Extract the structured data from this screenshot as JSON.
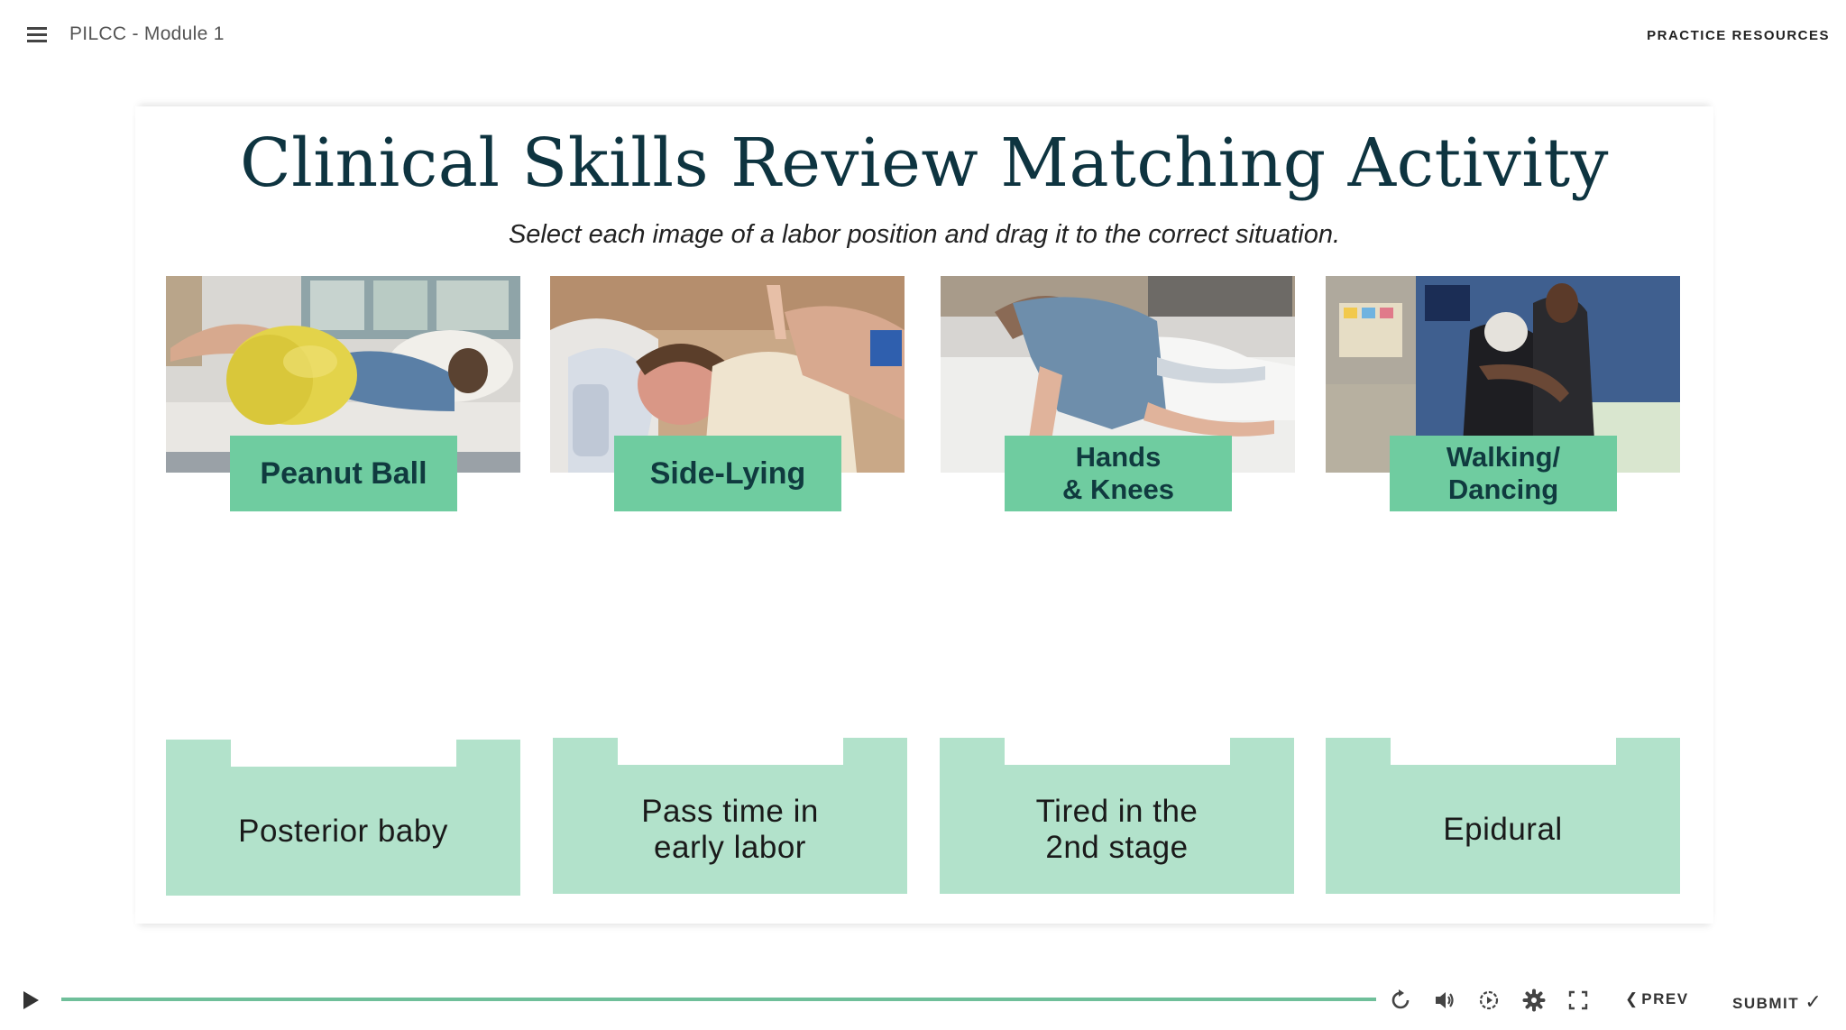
{
  "header": {
    "course_title": "PILCC - Module 1",
    "practice_resources": "PRACTICE RESOURCES"
  },
  "slide": {
    "title": "Clinical Skills Review Matching Activity",
    "subtitle": "Select each image of a labor position and drag it to the correct situation."
  },
  "cards": [
    {
      "label": "Peanut Ball",
      "image": "photo-peanut-ball"
    },
    {
      "label": "Side-Lying",
      "image": "photo-side-lying"
    },
    {
      "label": "Hands\n& Knees",
      "image": "photo-hands-and-knees"
    },
    {
      "label": "Walking/\nDancing",
      "image": "photo-walking-dancing"
    }
  ],
  "drop_zones": [
    {
      "label": "Posterior baby"
    },
    {
      "label": "Pass time in\nearly labor"
    },
    {
      "label": "Tired in the\n2nd stage"
    },
    {
      "label": "Epidural"
    }
  ],
  "player": {
    "progress": 1.0,
    "prev_label": "PREV",
    "submit_label": "SUBMIT",
    "icons": [
      "play-icon",
      "replay-icon",
      "volume-icon",
      "captions-icon",
      "settings-icon",
      "fullscreen-icon",
      "chevron-left-icon",
      "checkmark-icon"
    ]
  },
  "colors": {
    "accent": "#6fcca0",
    "zone": "#b2e2cb",
    "title": "#0e3440",
    "progress": "#6fbf9a"
  }
}
